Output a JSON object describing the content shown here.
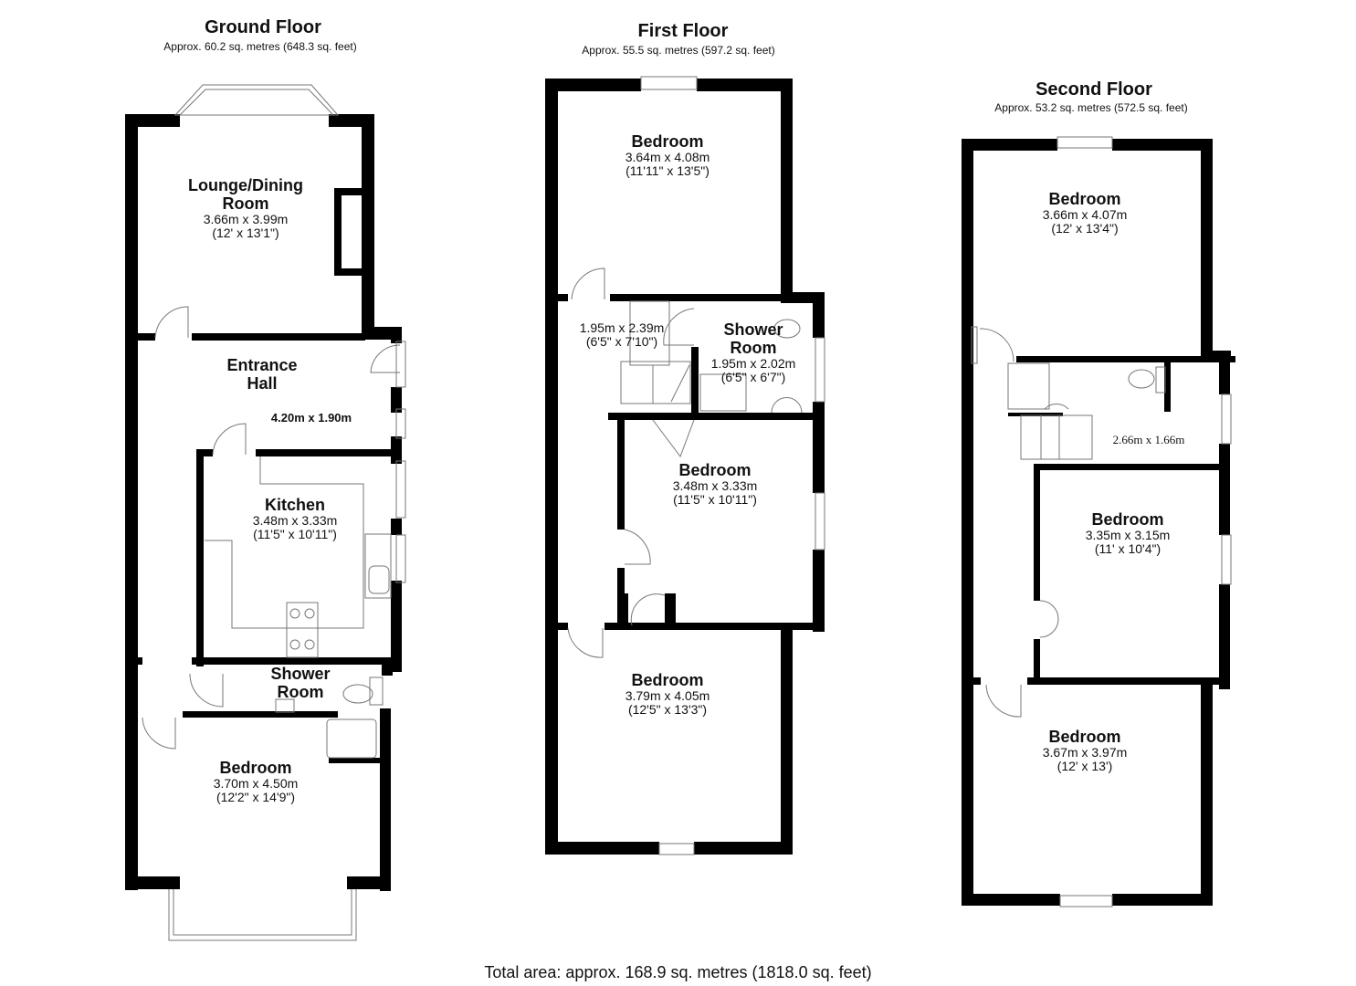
{
  "floors": {
    "ground": {
      "title": "Ground Floor",
      "area": "Approx. 60.2 sq. metres (648.3 sq. feet)",
      "rooms": {
        "lounge": {
          "name1": "Lounge/Dining",
          "name2": "Room",
          "metric": "3.66m x 3.99m",
          "imperial": "(12' x 13'1\")"
        },
        "hall": {
          "name1": "Entrance",
          "name2": "Hall",
          "metric": "4.20m x 1.90m"
        },
        "kitchen": {
          "name": "Kitchen",
          "metric": "3.48m x 3.33m",
          "imperial": "(11'5\" x 10'11\")"
        },
        "shower": {
          "name1": "Shower",
          "name2": "Room"
        },
        "bedroom": {
          "name": "Bedroom",
          "metric": "3.70m x 4.50m",
          "imperial": "(12'2\" x 14'9\")"
        }
      }
    },
    "first": {
      "title": "First Floor",
      "area": "Approx. 55.5 sq. metres (597.2 sq. feet)",
      "rooms": {
        "bedroom1": {
          "name": "Bedroom",
          "metric": "3.64m x 4.08m",
          "imperial": "(11'11\" x 13'5\")"
        },
        "landing": {
          "metric": "1.95m x 2.39m",
          "imperial": "(6'5\" x 7'10\")"
        },
        "shower": {
          "name1": "Shower",
          "name2": "Room",
          "metric": "1.95m x 2.02m",
          "imperial": "(6'5\" x 6'7\")"
        },
        "bedroom2": {
          "name": "Bedroom",
          "metric": "3.48m x 3.33m",
          "imperial": "(11'5\" x 10'11\")"
        },
        "bedroom3": {
          "name": "Bedroom",
          "metric": "3.79m x 4.05m",
          "imperial": "(12'5\" x 13'3\")"
        }
      }
    },
    "second": {
      "title": "Second Floor",
      "area": "Approx. 53.2 sq. metres (572.5 sq. feet)",
      "rooms": {
        "bedroom1": {
          "name": "Bedroom",
          "metric": "3.66m x 4.07m",
          "imperial": "(12' x 13'4\")"
        },
        "wc": {
          "metric": "2.66m x 1.66m"
        },
        "bedroom2": {
          "name": "Bedroom",
          "metric": "3.35m x 3.15m",
          "imperial": "(11' x 10'4\")"
        },
        "bedroom3": {
          "name": "Bedroom",
          "metric": "3.67m x 3.97m",
          "imperial": "(12' x 13')"
        }
      }
    }
  },
  "total_area": "Total area: approx. 168.9 sq. metres (1818.0 sq. feet)",
  "colors": {
    "wall": "#000000",
    "fixture": "#888888",
    "background": "#ffffff"
  }
}
